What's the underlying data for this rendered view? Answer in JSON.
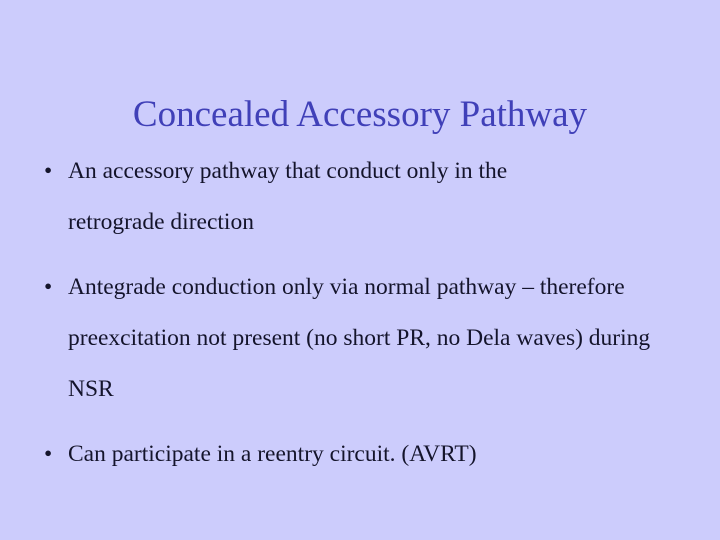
{
  "slide": {
    "background_color": "#ccccfc",
    "title": {
      "text": "Concealed Accessory Pathway",
      "color": "#4040b8"
    },
    "body": {
      "text_color": "#14142b",
      "bullet_glyph": "•",
      "bullets": [
        {
          "marker": "•",
          "text": "An accessory pathway that conduct only in the retrograde direction"
        },
        {
          "marker": "•",
          "text": "Antegrade conduction only via normal pathway – therefore preexcitation not present (no short PR, no Dela waves) during NSR"
        },
        {
          "marker": "•",
          "text": "Can participate in a reentry circuit. (AVRT)"
        }
      ]
    }
  }
}
